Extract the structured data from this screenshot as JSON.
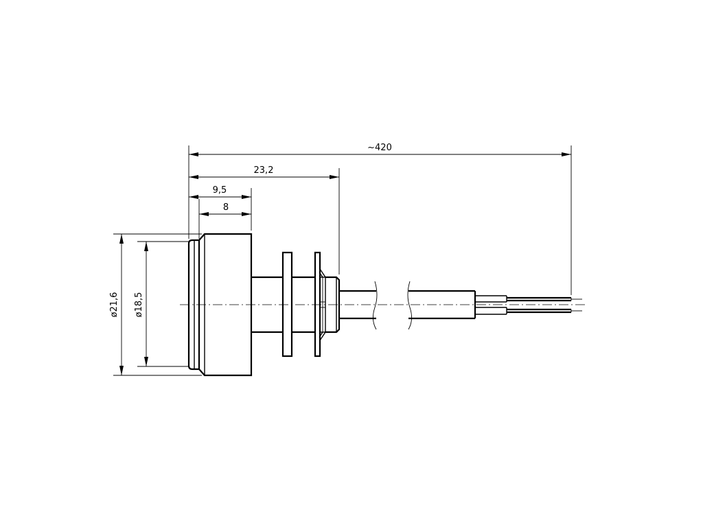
{
  "dimensions": {
    "total_length": "~420",
    "length_to_nut": "23,2",
    "head_length_outer": "9,5",
    "head_length_inner": "8",
    "outer_diameter": "ø21,6",
    "inner_diameter": "ø18,5"
  }
}
